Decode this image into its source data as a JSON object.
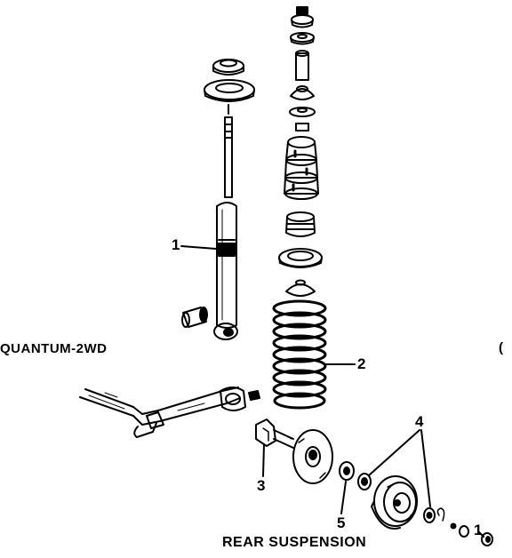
{
  "labels": {
    "model": "QUANTUM-2WD",
    "caption": "REAR SUSPENSION",
    "edge_mark": "("
  },
  "callouts": {
    "shock_absorber": "1",
    "coil_spring": "2",
    "stub_axle": "3",
    "bearings": "4",
    "seal": "5",
    "cap": "1"
  },
  "colors": {
    "ink": "#000000",
    "paper": "#ffffff"
  }
}
